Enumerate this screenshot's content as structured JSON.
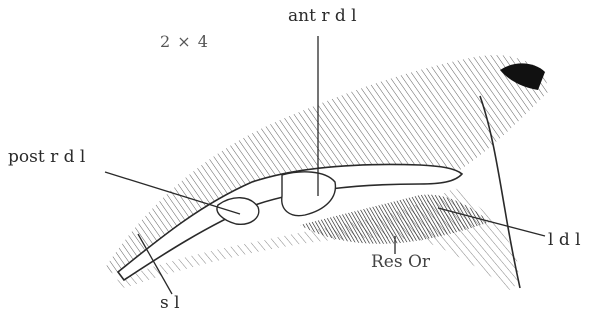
{
  "figure": {
    "scale_note": "2 × 4",
    "labels": {
      "ant_rdl": "ant r d l",
      "post_rdl": "post r d l",
      "ldl": "l d l",
      "resor": "Res Or",
      "sl": "s l"
    }
  },
  "colors": {
    "ink": "#2a2a2a",
    "background": "#ffffff"
  }
}
